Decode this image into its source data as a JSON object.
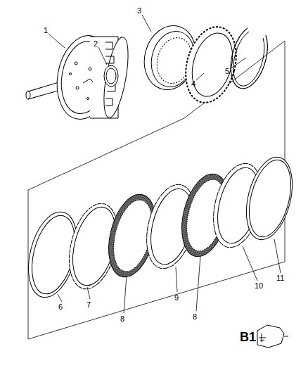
{
  "diagram": {
    "labels": [
      "1",
      "2",
      "3",
      "4",
      "5",
      "6",
      "7",
      "8",
      "9",
      "8",
      "10",
      "11",
      "B1"
    ]
  }
}
